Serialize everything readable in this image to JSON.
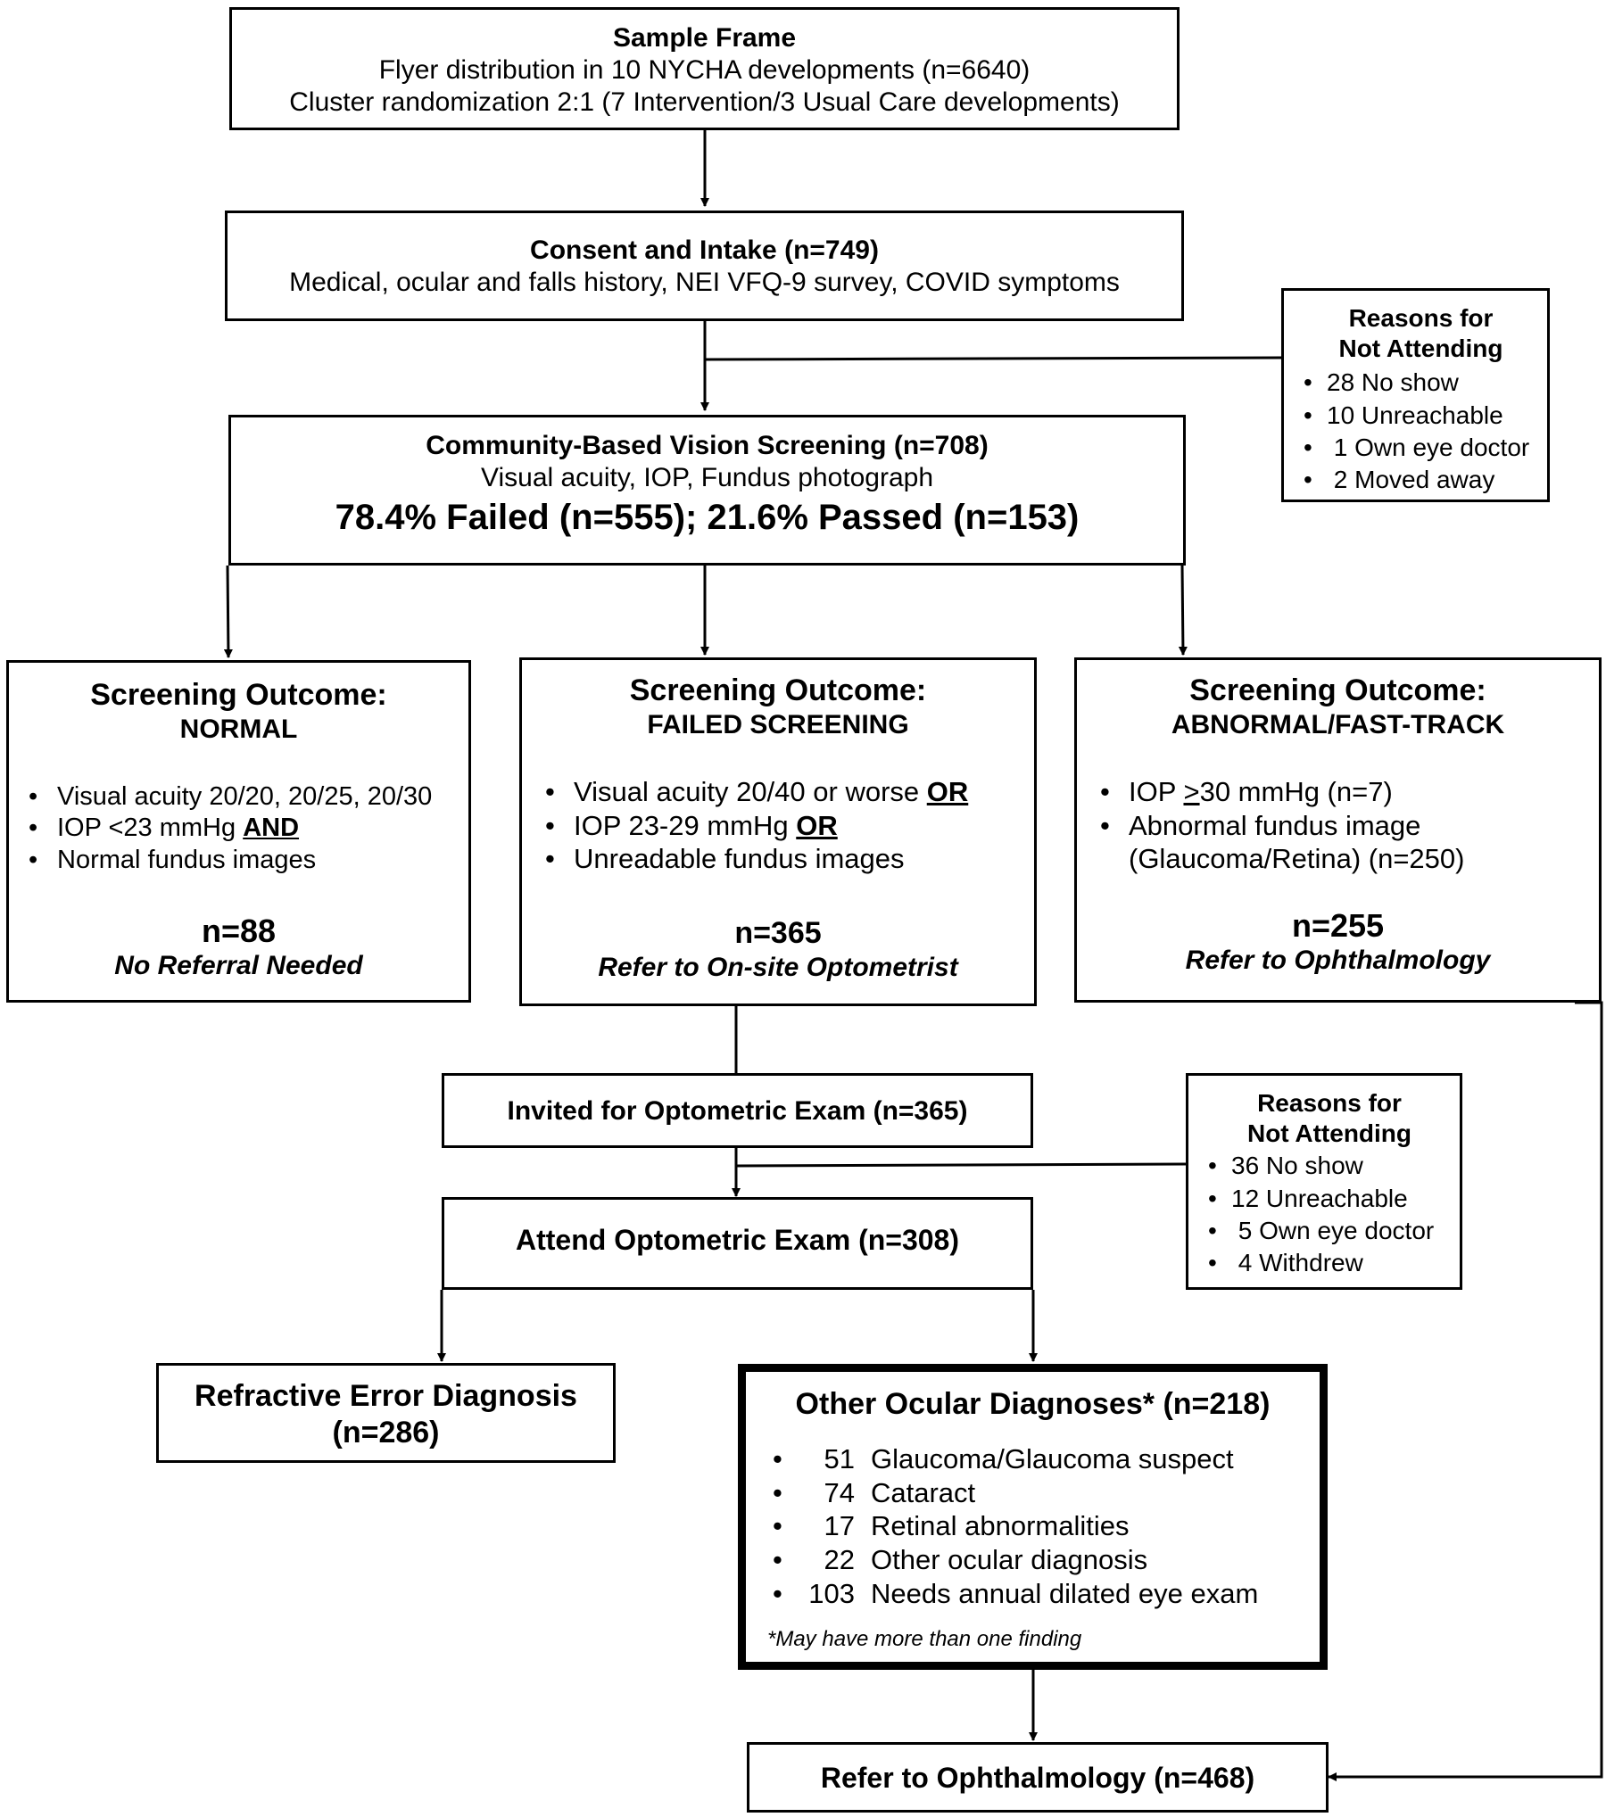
{
  "sample_frame": {
    "title": "Sample Frame",
    "line1": "Flyer distribution in 10 NYCHA developments (n=6640)",
    "line2": "Cluster randomization 2:1 (7 Intervention/3 Usual Care developments)"
  },
  "consent": {
    "title": "Consent and Intake (n=749)",
    "line1": "Medical, ocular and falls history, NEI VFQ-9 survey, COVID symptoms"
  },
  "reasons1": {
    "title1": "Reasons for",
    "title2": "Not Attending",
    "items": [
      "28 No show",
      "10 Unreachable",
      " 1 Own eye doctor",
      " 2 Moved away"
    ]
  },
  "screening": {
    "title": "Community-Based Vision Screening (n=708)",
    "line1": "Visual acuity, IOP, Fundus photograph",
    "result": "78.4% Failed (n=555); 21.6% Passed (n=153)"
  },
  "normal": {
    "title": "Screening Outcome:",
    "subtitle": "NORMAL",
    "item1": "Visual acuity 20/20, 20/25, 20/30",
    "item2a": "IOP <23 mmHg ",
    "item2b": "AND",
    "item3": "Normal fundus images",
    "count": "n=88",
    "note": "No Referral Needed"
  },
  "failed": {
    "title": "Screening Outcome:",
    "subtitle": "FAILED SCREENING",
    "item1a": "Visual acuity 20/40 or worse ",
    "item1b": "OR",
    "item2a": "IOP 23-29 mmHg ",
    "item2b": "OR",
    "item3": "Unreadable fundus images",
    "count": "n=365",
    "note": "Refer to On-site Optometrist"
  },
  "abnormal": {
    "title": "Screening Outcome:",
    "subtitle": "ABNORMAL/FAST-TRACK",
    "item1a": "IOP ",
    "item1b": ">",
    "item1c": "30 mmHg (n=7)",
    "item2a": "Abnormal fundus image",
    "item2b": "(Glaucoma/Retina) (n=250)",
    "count": "n=255",
    "note": "Refer to Ophthalmology"
  },
  "invited": {
    "title": "Invited for Optometric Exam (n=365)"
  },
  "reasons2": {
    "title1": "Reasons for",
    "title2": "Not Attending",
    "items": [
      "36 No show",
      "12 Unreachable",
      " 5 Own eye doctor",
      " 4 Withdrew"
    ]
  },
  "attend": {
    "title": "Attend Optometric Exam (n=308)"
  },
  "refractive": {
    "title": "Refractive Error Diagnosis",
    "count": "(n=286)"
  },
  "other": {
    "title": "Other Ocular Diagnoses* (n=218)",
    "items": [
      {
        "num": "51",
        "label": "Glaucoma/Glaucoma suspect"
      },
      {
        "num": "74",
        "label": "Cataract"
      },
      {
        "num": "17",
        "label": "Retinal abnormalities"
      },
      {
        "num": "22",
        "label": "Other ocular diagnosis"
      },
      {
        "num": "103",
        "label": "Needs annual dilated eye exam"
      }
    ],
    "footnote": "*May have more than one finding"
  },
  "refer": {
    "title": "Refer to Ophthalmology (n=468)"
  }
}
